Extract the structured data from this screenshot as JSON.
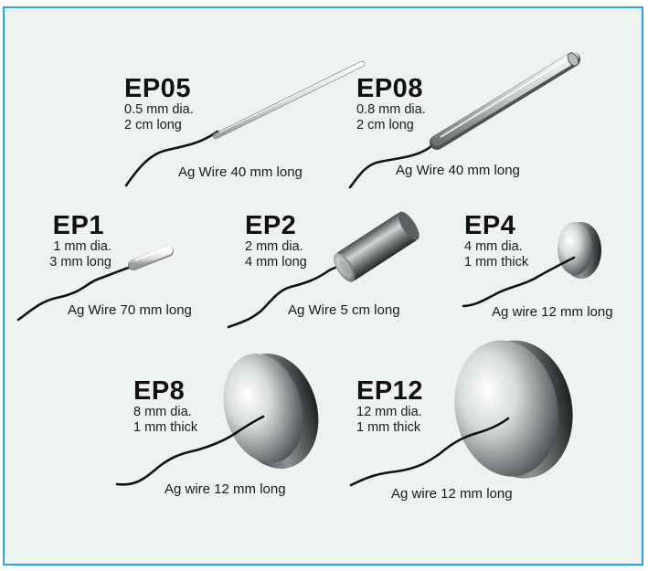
{
  "electrodes": [
    {
      "id": "ep05",
      "code": "EP05",
      "spec1": "0.5 mm dia.",
      "spec2": "2 cm long",
      "wire": "Ag Wire 40 mm long",
      "shape": "thin-rod"
    },
    {
      "id": "ep08",
      "code": "EP08",
      "spec1": "0.8 mm dia.",
      "spec2": "2 cm long",
      "wire": "Ag Wire 40 mm long",
      "shape": "rod"
    },
    {
      "id": "ep1",
      "code": "EP1",
      "spec1": "1 mm dia.",
      "spec2": "3 mm long",
      "wire": "Ag Wire 70 mm long",
      "shape": "short-pellet"
    },
    {
      "id": "ep2",
      "code": "EP2",
      "spec1": "2 mm dia.",
      "spec2": "4 mm long",
      "wire": "Ag Wire 5 cm long",
      "shape": "cylinder"
    },
    {
      "id": "ep4",
      "code": "EP4",
      "spec1": "4 mm dia.",
      "spec2": "1 mm thick",
      "wire": "Ag wire 12 mm long",
      "shape": "small-disc"
    },
    {
      "id": "ep8",
      "code": "EP8",
      "spec1": "8 mm dia.",
      "spec2": "1 mm thick",
      "wire": "Ag wire 12 mm long",
      "shape": "disc"
    },
    {
      "id": "ep12",
      "code": "EP12",
      "spec1": "12 mm dia.",
      "spec2": "1 mm thick",
      "wire": "Ag wire 12 mm long",
      "shape": "large-disc"
    }
  ],
  "colors": {
    "frame": "#2aa3e0",
    "background": "#eef2f1",
    "wire": "#111111",
    "text": "#111111"
  }
}
